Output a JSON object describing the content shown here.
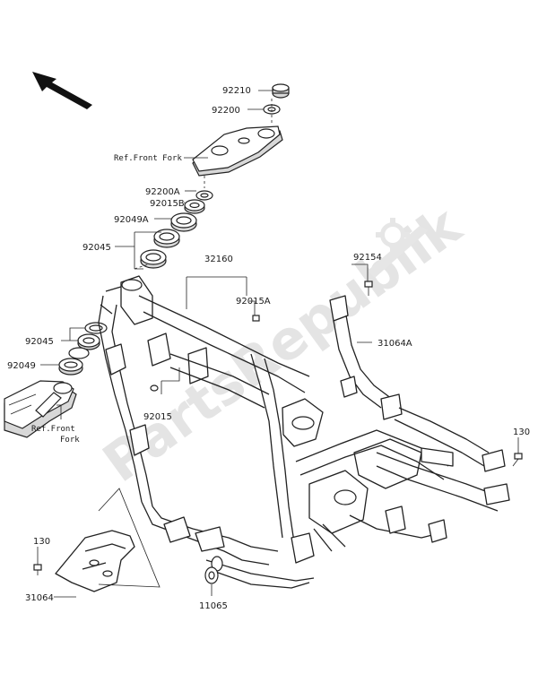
{
  "watermark": "PartsRepublik",
  "labels": {
    "p92210": "92210",
    "p92200": "92200",
    "ref_front_fork_top": "Ref.Front Fork",
    "p92200A": "92200A",
    "p92015B": "92015B",
    "p92049A": "92049A",
    "p92045_top": "92045",
    "p32160": "32160",
    "p92154": "92154",
    "p92015A": "92015A",
    "p31064A": "31064A",
    "p92045_left": "92045",
    "p92049": "92049",
    "ref_front_fork_left_1": "Ref.Front",
    "ref_front_fork_left_2": "Fork",
    "p92015": "92015",
    "p130_right": "130",
    "p130_left": "130",
    "p31064": "31064",
    "p11065": "11065"
  },
  "icons": {
    "direction_arrow": "front-direction-arrow-icon",
    "gear": "gear-icon"
  }
}
